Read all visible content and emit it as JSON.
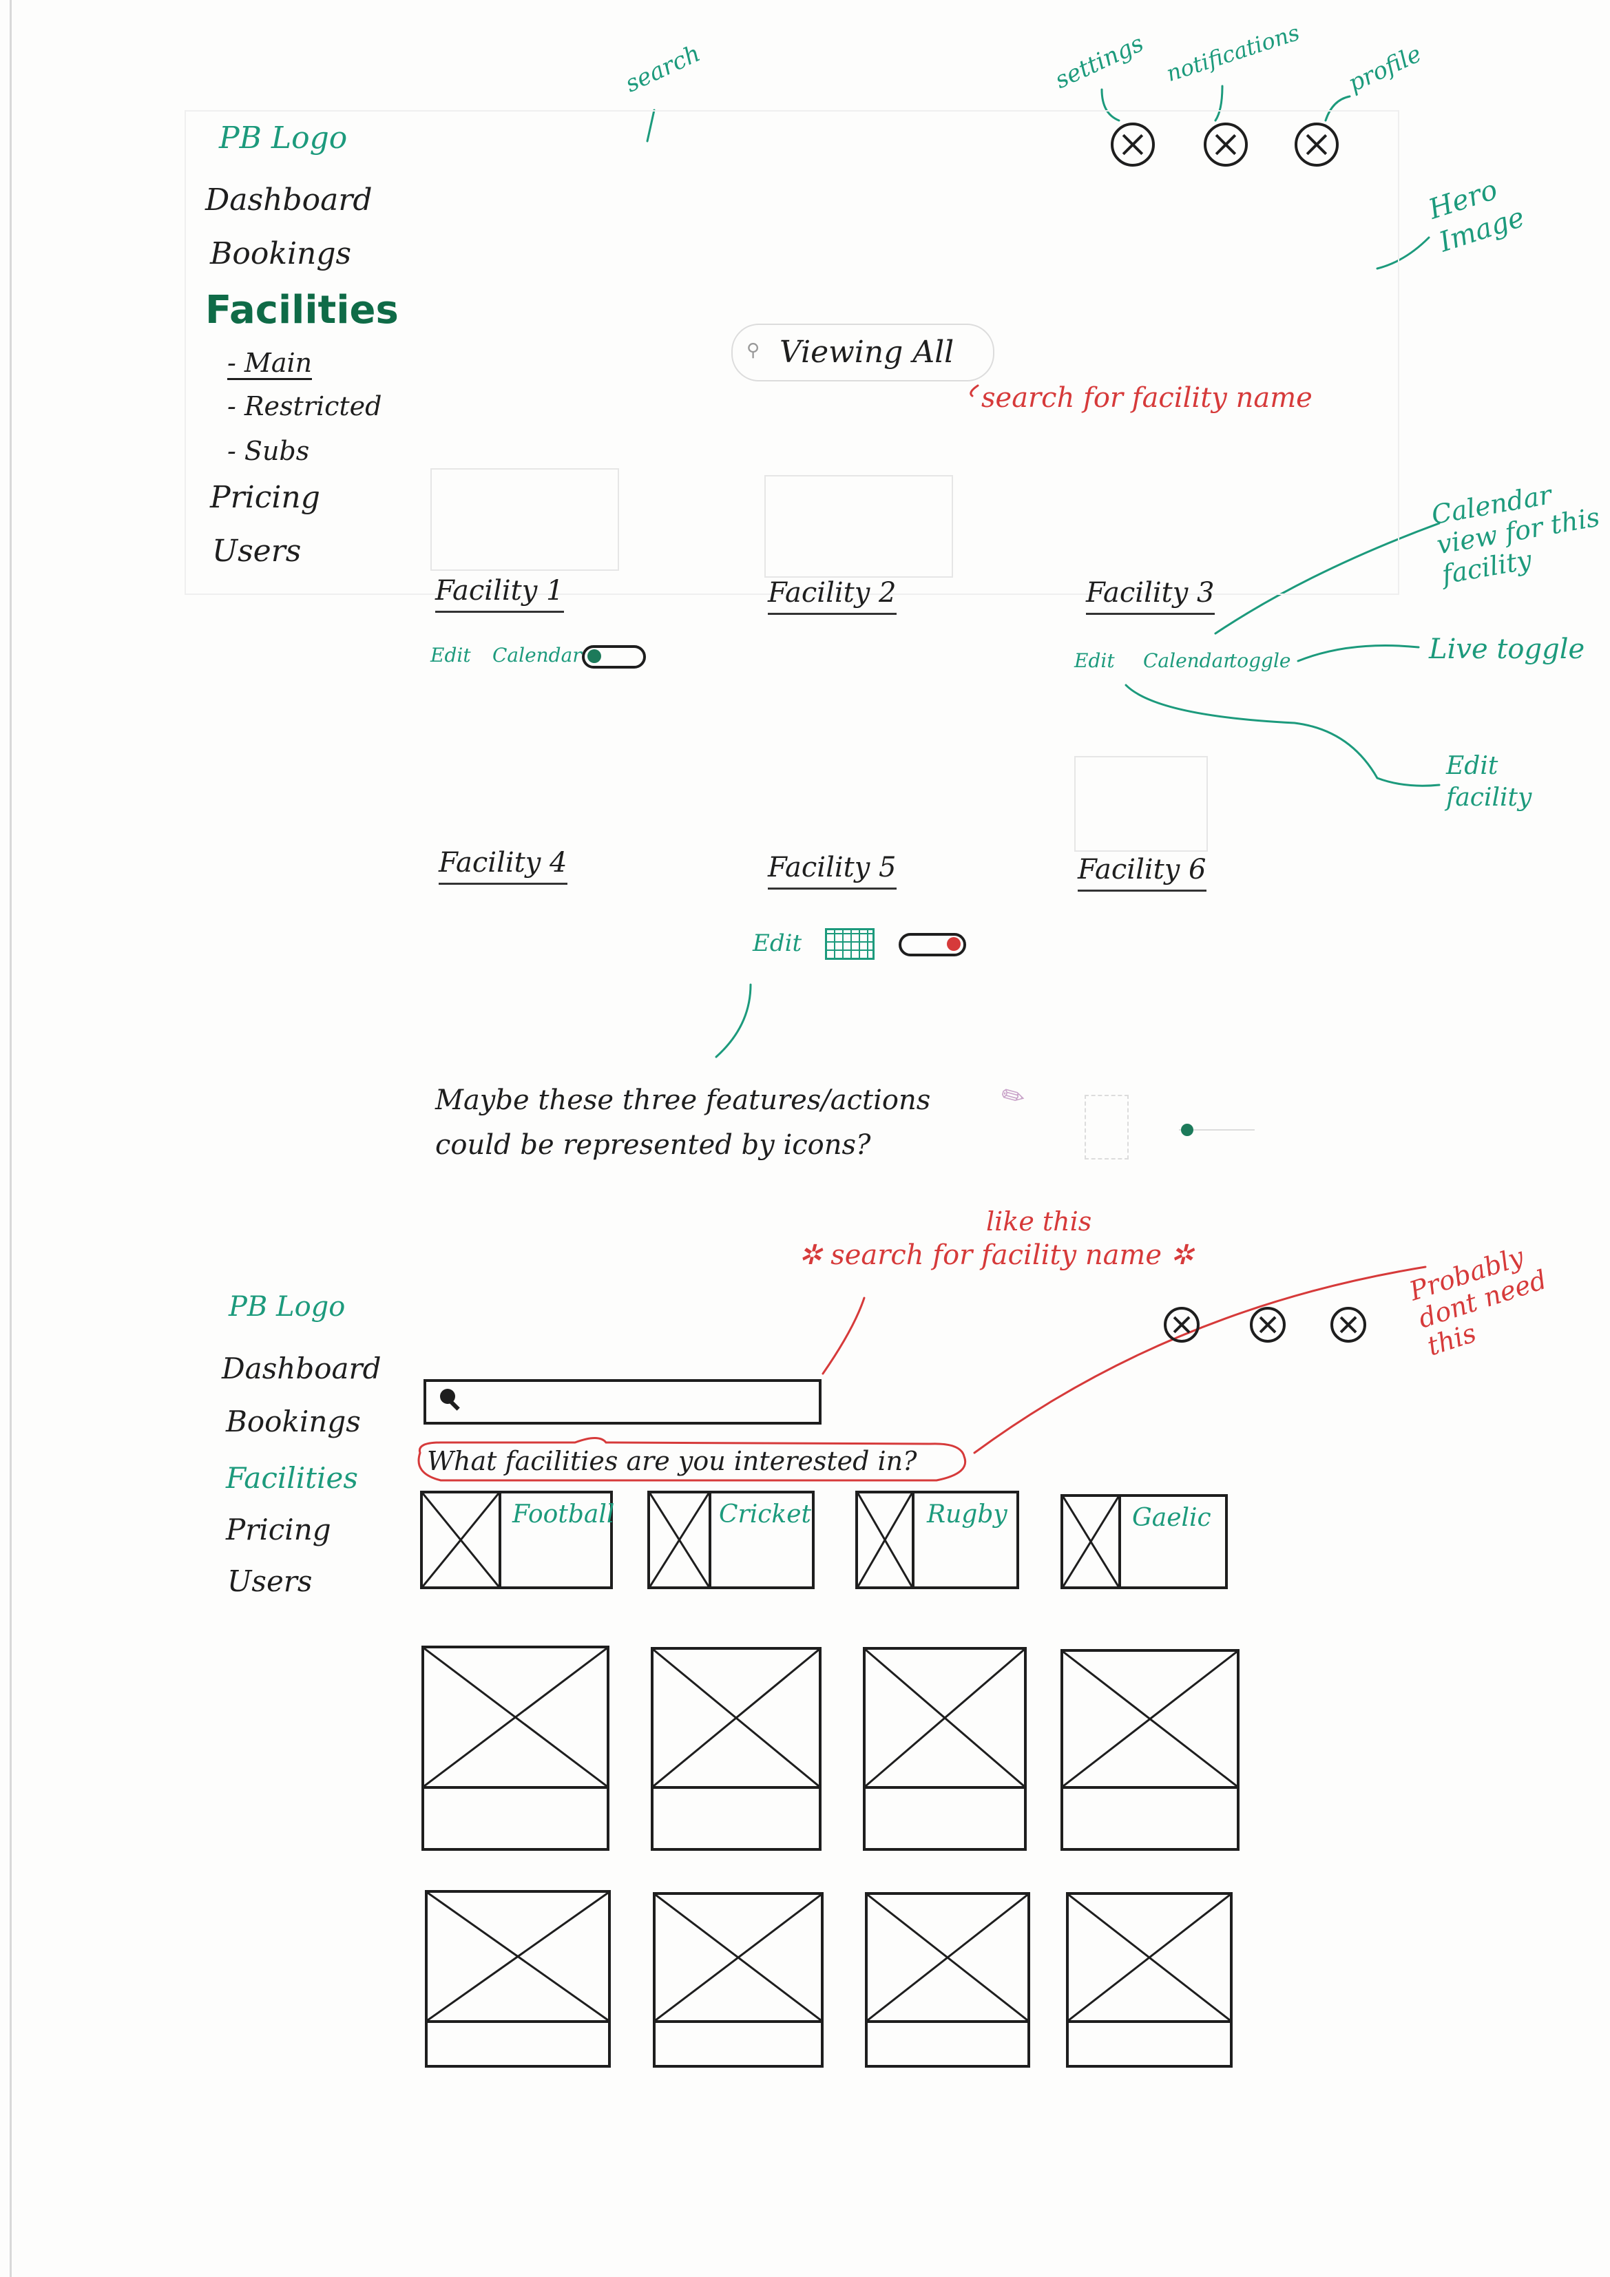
{
  "top_wireframe": {
    "sidebar": {
      "logo": "PB Logo",
      "items": [
        "Dashboard",
        "Bookings",
        "Facilities",
        "Pricing",
        "Users"
      ],
      "active_item": "Facilities",
      "sub_items": [
        "- Main",
        "- Restricted",
        "- Subs"
      ]
    },
    "header_icons": [
      "settings",
      "notifications",
      "profile"
    ],
    "search_pill": "Viewing All",
    "facilities": [
      {
        "title": "Facility 1",
        "edit": "Edit",
        "calendar": "Calendar"
      },
      {
        "title": "Facility 2"
      },
      {
        "title": "Facility 3",
        "edit": "Edit",
        "calendar": "Calendar",
        "toggle": "toggle"
      },
      {
        "title": "Facility 4"
      },
      {
        "title": "Facility 5",
        "edit": "Edit"
      },
      {
        "title": "Facility 6"
      }
    ],
    "annotations": {
      "search": "search",
      "settings": "settings",
      "notifications": "notifications",
      "profile": "profile",
      "hero_image": "Hero Image",
      "search_hint": "search for facility name",
      "calendar_view": "Calendar view for this facility",
      "live_toggle": "Live toggle",
      "edit_facility": "Edit facility"
    },
    "note": [
      "Maybe these three features/actions",
      "could be represented by icons?"
    ]
  },
  "bottom_wireframe": {
    "sidebar": {
      "logo": "PB Logo",
      "items": [
        "Dashboard",
        "Bookings",
        "Facilities",
        "Pricing",
        "Users"
      ]
    },
    "annotations": {
      "like_this": "like this",
      "search_hint": "search for facility name",
      "probably": "Probably dont need this"
    },
    "question": "What facilities are you interested in?",
    "categories": [
      "Football",
      "Cricket",
      "Rugby",
      "Gaelic"
    ]
  },
  "colors": {
    "ink": "#1e1e1e",
    "green": "#1c9a7c",
    "dark_green": "#0f6b47",
    "red": "#d63a3a"
  }
}
